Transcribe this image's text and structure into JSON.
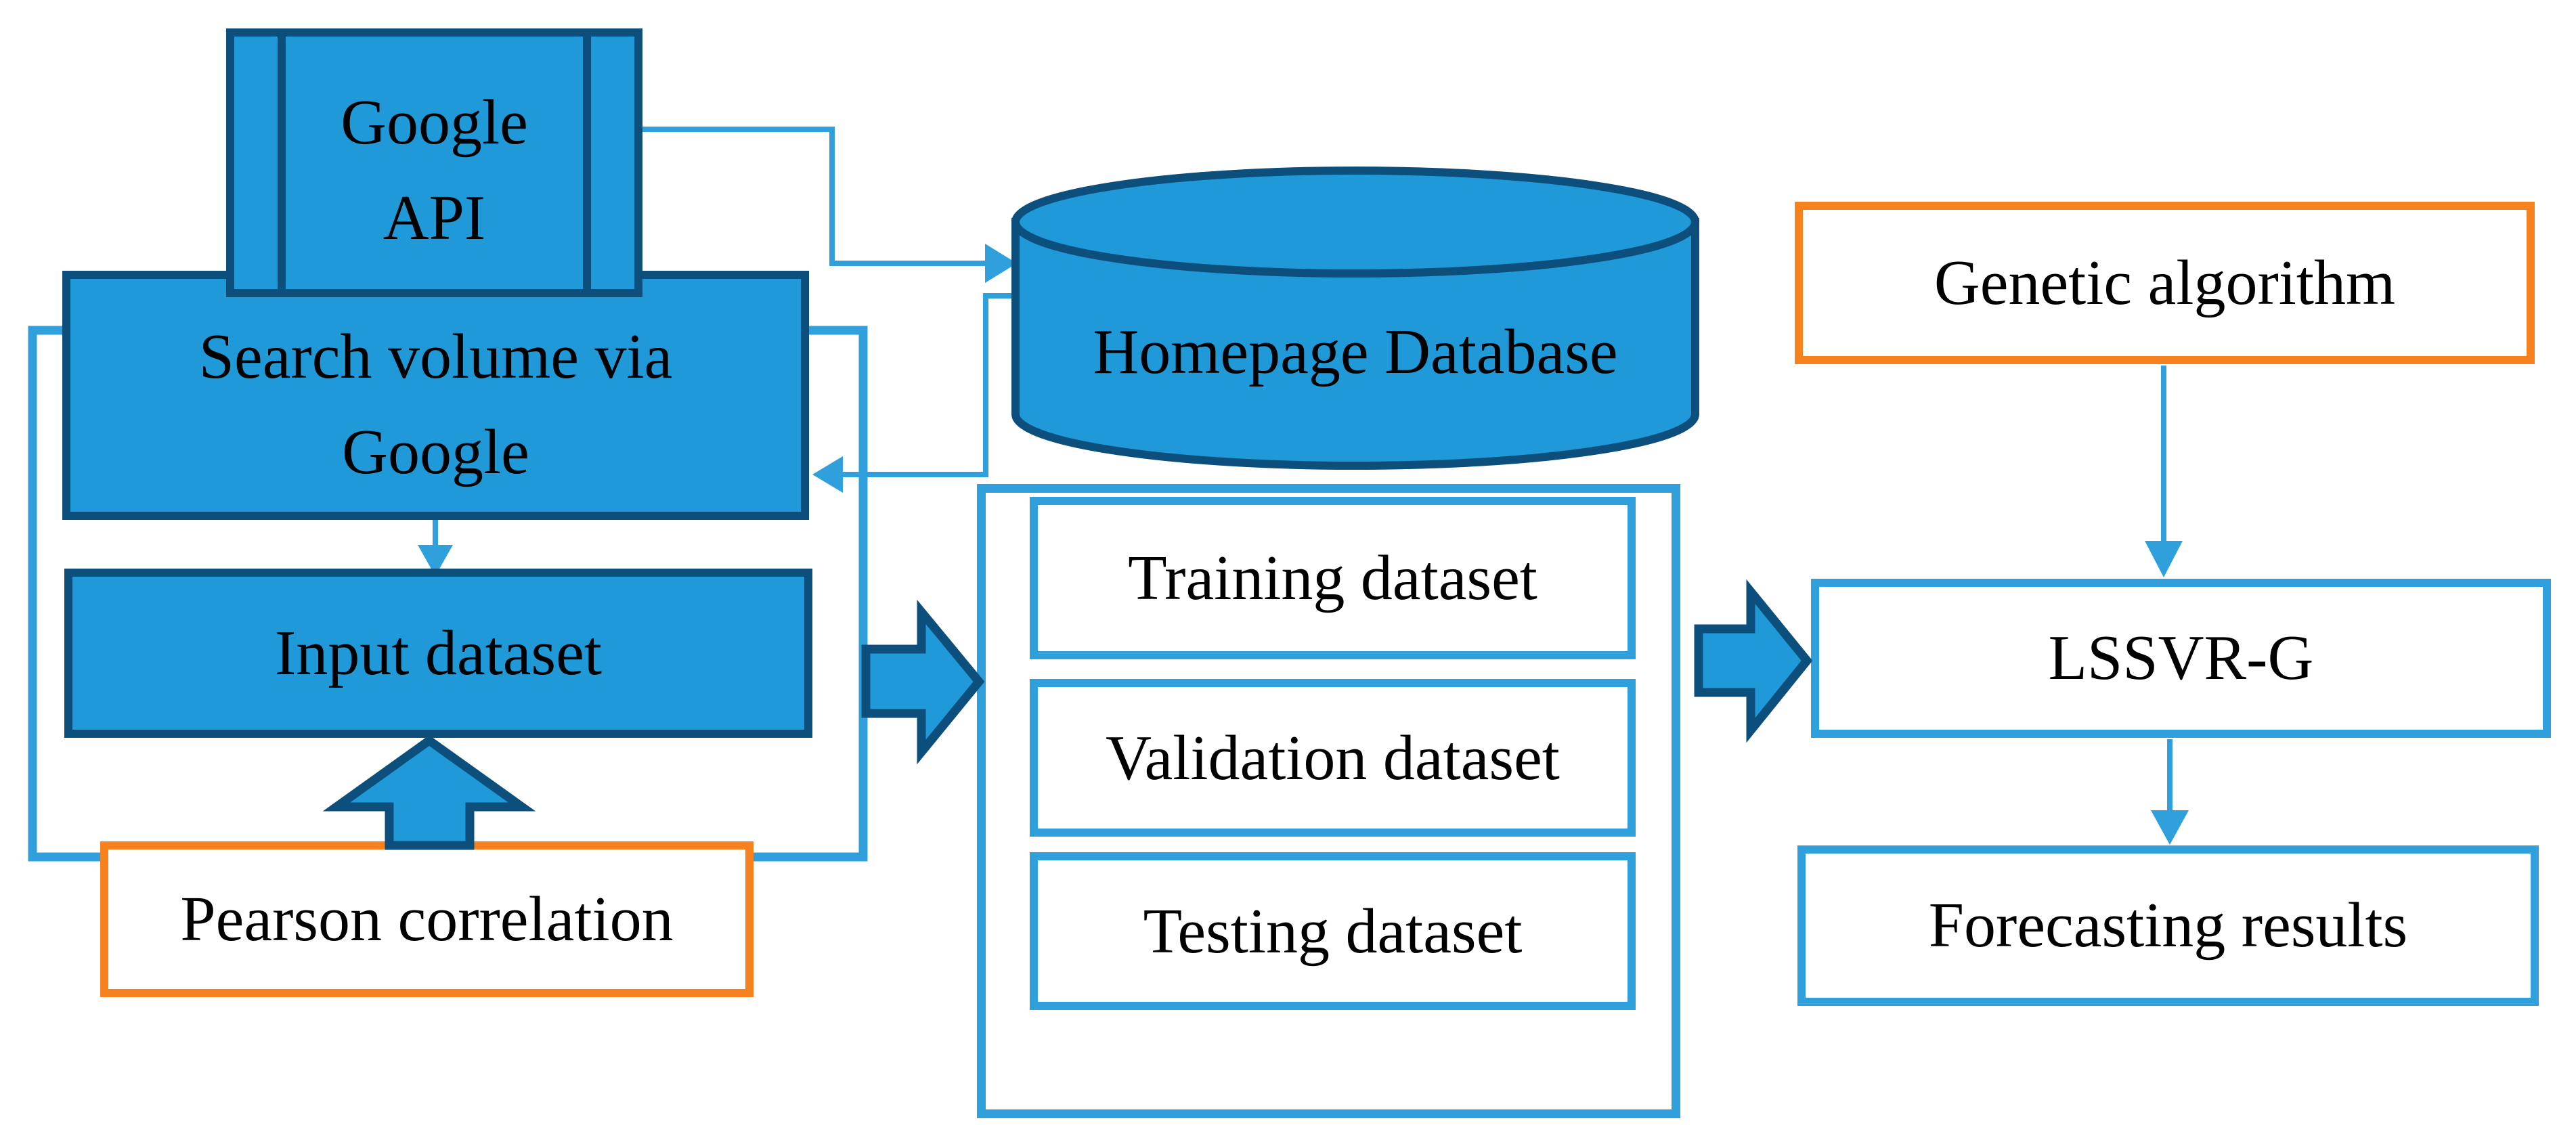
{
  "figure": {
    "type": "flowchart",
    "description": "Forecasting framework flowchart using Google search volume and LSSVR-G"
  },
  "colors": {
    "node_fill": "#1F99D7",
    "node_border": "#0C4F7C",
    "connector": "#2FA0DC",
    "accent_orange": "#F8811F",
    "text_color": "#000000",
    "bg": "#FFFFFF"
  },
  "nodes": {
    "google_api": {
      "line1": "Google",
      "line2": "API"
    },
    "search_volume": {
      "line1": "Search volume via",
      "line2": "Google"
    },
    "input_dataset": {
      "label": "Input dataset"
    },
    "pearson": {
      "label": "Pearson correlation"
    },
    "homepage_db": {
      "label": "Homepage Database"
    },
    "training": {
      "label": "Training dataset"
    },
    "validation": {
      "label": "Validation dataset"
    },
    "testing": {
      "label": "Testing dataset"
    },
    "genetic": {
      "label": "Genetic algorithm"
    },
    "lssvr": {
      "label": "LSSVR-G"
    },
    "forecasting": {
      "label": "Forecasting results"
    }
  },
  "edges": [
    {
      "from": "google_api",
      "to": "homepage_db",
      "style": "elbow-arrow"
    },
    {
      "from": "homepage_db",
      "to": "search_volume",
      "style": "elbow-arrow"
    },
    {
      "from": "search_volume",
      "to": "input_dataset",
      "style": "arrow"
    },
    {
      "from": "pearson",
      "to": "input_dataset",
      "style": "block-arrow-up"
    },
    {
      "from": "input_dataset",
      "to": "dataset_container",
      "style": "block-arrow-right"
    },
    {
      "from": "dataset_container",
      "to": "lssvr",
      "style": "block-arrow-right"
    },
    {
      "from": "genetic",
      "to": "lssvr",
      "style": "arrow"
    },
    {
      "from": "lssvr",
      "to": "forecasting",
      "style": "arrow"
    },
    {
      "from": "search_volume",
      "to": "pearson",
      "style": "feedback-loop"
    }
  ]
}
